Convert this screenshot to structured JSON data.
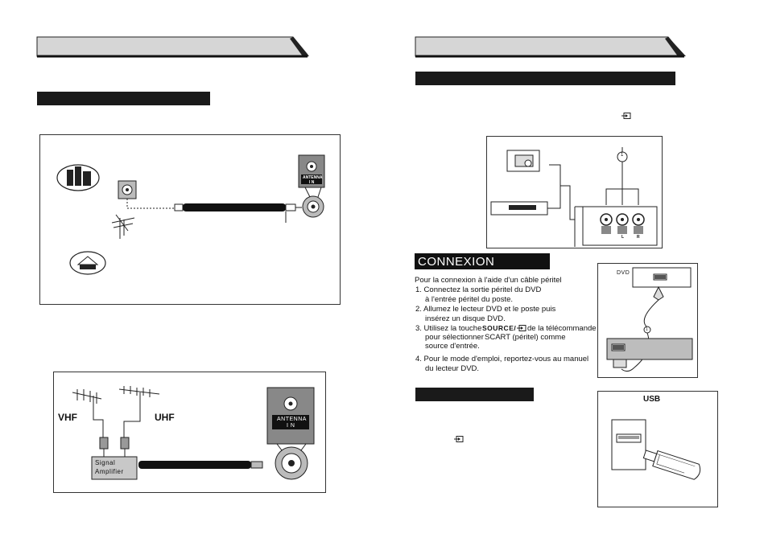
{
  "scart": {
    "title": "CONNEXION PERITEL",
    "intro": "Pour la connexion à l'aide d'un câble péritel",
    "steps": [
      "1. Connectez la sortie péritel du DVD",
      "à l'entrée péritel du poste.",
      "2. Allumez le lecteur DVD et le poste puis",
      "insérez un disque DVD.",
      "3. Utilisez la touche",
      "SOURCE/",
      "de la télécommande",
      "pour sélectionner",
      "SCART (péritel) comme",
      "source d'entrée.",
      "4. Pour le mode d'emploi, reportez-vous au manuel",
      "du lecteur DVD."
    ]
  },
  "diagram_labels": {
    "antenna_in_1": "ANTENNA",
    "antenna_in_2": "I N",
    "vhf": "VHF",
    "uhf": "UHF",
    "amp_1": "Signal",
    "amp_2": "Amplifier",
    "dvd": "DVD",
    "usb": "USB",
    "callout_1": "1",
    "audio_l": "L",
    "audio_r": "R"
  }
}
